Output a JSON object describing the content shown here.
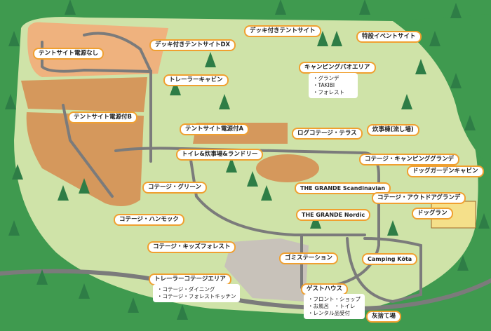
{
  "map": {
    "labels": {
      "tent_no_power": "テントサイト電源なし",
      "deck_tent_dx": "デッキ付きテントサイトDX",
      "deck_tent": "デッキ付きテントサイト",
      "event_site": "特設イベントサイト",
      "pao_area": "キャンピングパオエリア",
      "trailer_cabin": "トレーラーキャビン",
      "tent_power_b": "テントサイト電源付B",
      "tent_power_a": "テントサイト電源付A",
      "log_cottage": "ログコテージ・テラス",
      "kitchen_building": "炊事棟(流し場)",
      "toilet_kitchen_laundry": "トイレ&炊事場&ランドリー",
      "cottage_camping_grande": "コテージ・キャンピンググランデ",
      "dog_garden_cabin": "ドッグガーデンキャビン",
      "cottage_green": "コテージ・グリーン",
      "grande_scandinavian": "THE GRANDE Scandinavian",
      "cottage_outdoor_grande": "コテージ・アウトドアグランデ",
      "dog_run": "ドッグラン",
      "cottage_hammock": "コテージ・ハンモック",
      "grande_nordic": "THE GRANDE Nordic",
      "cottage_kids_forest": "コテージ・キッズフォレスト",
      "garbage_station": "ゴミステーション",
      "camping_kota": "Camping Kōta",
      "trailer_cottage_area": "トレーラーコテージエリア",
      "guest_house": "ゲストハウス",
      "ash_disposal": "灰捨て場"
    },
    "pao_items": [
      "・グランデ",
      "・TAKIBI",
      "・フォレスト"
    ],
    "trailer_cottage_items": [
      "・コテージ・ダイニング",
      "・コテージ・フォレストキッチン"
    ],
    "guest_house_items": [
      "・フロント・ショップ",
      "・お風呂　・トイレ",
      "・レンタル品受付"
    ],
    "colors": {
      "forest": "#3f9a4f",
      "meadow": "#cfe3a8",
      "tent_area_light": "#efb27e",
      "tent_area_dark": "#d5985c",
      "road": "#7b7b7b",
      "label_border": "#f0a030"
    }
  }
}
